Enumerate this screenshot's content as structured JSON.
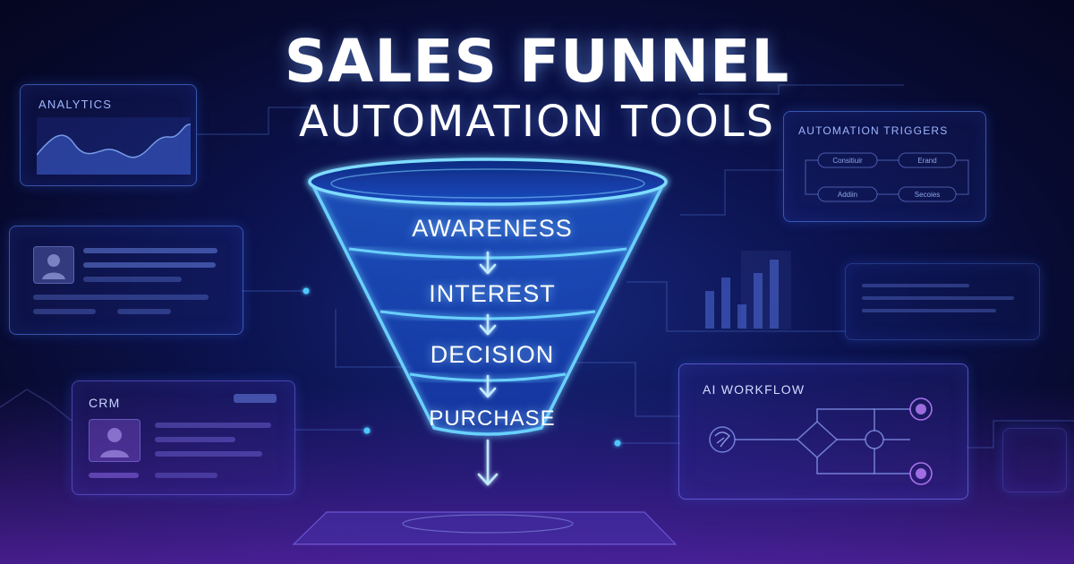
{
  "title": {
    "line1": "SALES FUNNEL",
    "line2": "AUTOMATION TOOLS"
  },
  "funnel": {
    "stages": [
      "AWARENESS",
      "INTEREST",
      "DECISION",
      "PURCHASE"
    ]
  },
  "panels": {
    "analytics": {
      "label": "ANALYTICS"
    },
    "automation_triggers": {
      "label": "AUTOMATION TRIGGERS",
      "nodes": [
        "Consitiuir",
        "Erand",
        "Addiin",
        "Secoies"
      ]
    },
    "crm": {
      "label": "CRM"
    },
    "ai_workflow": {
      "label": "AI WORKFLOW"
    }
  },
  "colors": {
    "accent": "#3fb6ff",
    "glow": "#6ad0ff",
    "panel_border": "#5a8cff",
    "purple": "#8a3cff"
  }
}
